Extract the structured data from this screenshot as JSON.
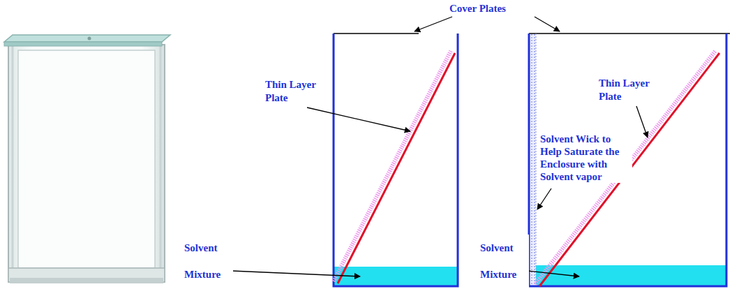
{
  "diagram": {
    "labels": [
      "Cover Plates",
      "Thin Layer Plate",
      "Thin Layer Plate",
      "Solvent Wick to Help Saturate the Enclosure with Solvent vapor",
      "Solvent Mixture",
      "Solvent Mixture"
    ]
  }
}
